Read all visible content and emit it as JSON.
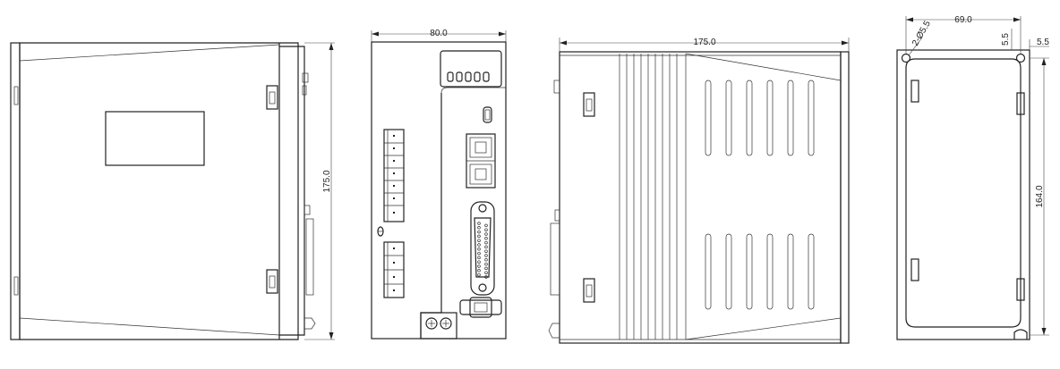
{
  "dimensions": {
    "side_left_height": "175.0",
    "front_width": "80.0",
    "side_right_width": "175.0",
    "back_width": "69.0",
    "back_hole_callout": "2-Ø5.5",
    "back_hole_offset": "5.5",
    "back_edge_offset": "5.5",
    "back_height": "164.0"
  },
  "colors": {
    "line": "#222222",
    "background": "#ffffff"
  }
}
